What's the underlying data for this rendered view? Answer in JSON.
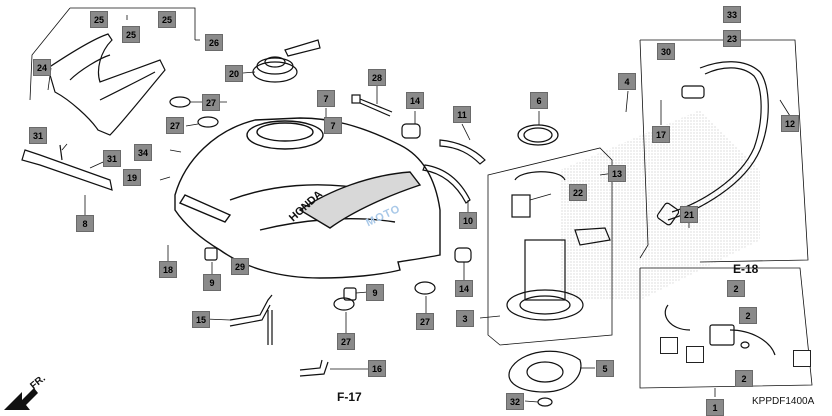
{
  "diagram": {
    "code": "KPPDF1400A",
    "refs": {
      "e18": "E-18",
      "f17": "F-17"
    },
    "front_label": "FR.",
    "brand_on_tank": "HONDA",
    "watermark": "MOTO"
  },
  "callouts": [
    "25",
    "25",
    "25",
    "26",
    "24",
    "20",
    "27",
    "27",
    "28",
    "7",
    "7",
    "14",
    "11",
    "6",
    "4",
    "33",
    "23",
    "30",
    "31",
    "34",
    "31",
    "19",
    "8",
    "10",
    "22",
    "17",
    "13",
    "12",
    "18",
    "9",
    "29",
    "21",
    "15",
    "9",
    "27",
    "14",
    "3",
    "27",
    "16",
    "5",
    "32",
    "2",
    "2",
    "2",
    "1"
  ]
}
